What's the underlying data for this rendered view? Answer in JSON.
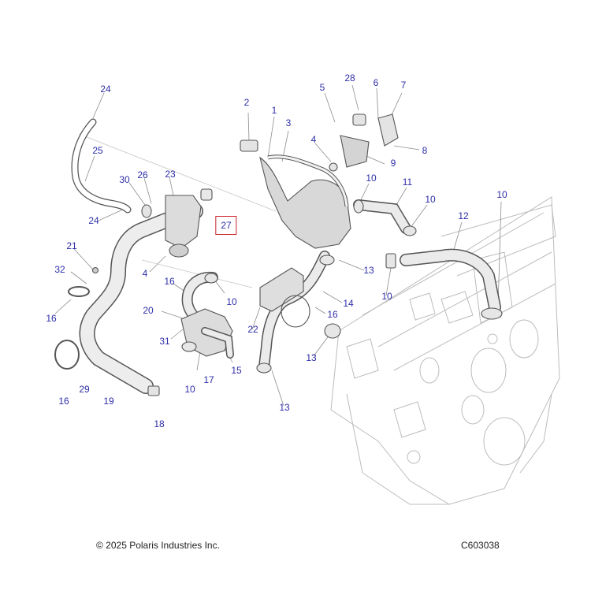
{
  "diagram": {
    "callouts": [
      {
        "id": "c24a",
        "label": "24"
      },
      {
        "id": "c25",
        "label": "25"
      },
      {
        "id": "c30",
        "label": "30"
      },
      {
        "id": "c26",
        "label": "26"
      },
      {
        "id": "c23",
        "label": "23"
      },
      {
        "id": "c24b",
        "label": "24"
      },
      {
        "id": "c21",
        "label": "21"
      },
      {
        "id": "c32",
        "label": "32"
      },
      {
        "id": "c4a",
        "label": "4"
      },
      {
        "id": "c16a",
        "label": "16"
      },
      {
        "id": "c16b",
        "label": "16"
      },
      {
        "id": "c16c",
        "label": "16"
      },
      {
        "id": "c29",
        "label": "29"
      },
      {
        "id": "c19",
        "label": "19"
      },
      {
        "id": "c18",
        "label": "18"
      },
      {
        "id": "c20",
        "label": "20"
      },
      {
        "id": "c31",
        "label": "31"
      },
      {
        "id": "c10a",
        "label": "10"
      },
      {
        "id": "c17",
        "label": "17"
      },
      {
        "id": "c15",
        "label": "15"
      },
      {
        "id": "c10b",
        "label": "10"
      },
      {
        "id": "c27",
        "label": "27"
      },
      {
        "id": "c2",
        "label": "2"
      },
      {
        "id": "c1",
        "label": "1"
      },
      {
        "id": "c3",
        "label": "3"
      },
      {
        "id": "c5",
        "label": "5"
      },
      {
        "id": "c28",
        "label": "28"
      },
      {
        "id": "c6",
        "label": "6"
      },
      {
        "id": "c7",
        "label": "7"
      },
      {
        "id": "c4b",
        "label": "4"
      },
      {
        "id": "c8",
        "label": "8"
      },
      {
        "id": "c9",
        "label": "9"
      },
      {
        "id": "c10c",
        "label": "10"
      },
      {
        "id": "c11",
        "label": "11"
      },
      {
        "id": "c10d",
        "label": "10"
      },
      {
        "id": "c12",
        "label": "12"
      },
      {
        "id": "c10e",
        "label": "10"
      },
      {
        "id": "c13a",
        "label": "13"
      },
      {
        "id": "c10f",
        "label": "10"
      },
      {
        "id": "c14",
        "label": "14"
      },
      {
        "id": "c16d",
        "label": "16"
      },
      {
        "id": "c22",
        "label": "22"
      },
      {
        "id": "c13b",
        "label": "13"
      },
      {
        "id": "c13c",
        "label": "13"
      }
    ]
  },
  "footer": {
    "copyright": "© 2025 Polaris Industries Inc.",
    "diagram_code": "C603038"
  },
  "colors": {
    "callout_text": "#2e2ea8",
    "highlight_border": "#c8242b",
    "line_art": "#555555",
    "engine_art": "#b8b8b8",
    "part_fill": "#d2d2d2"
  }
}
